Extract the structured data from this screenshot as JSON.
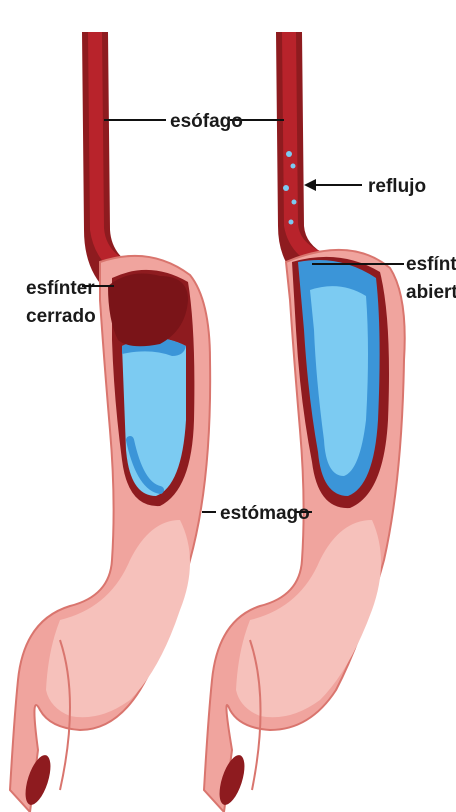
{
  "labels": {
    "esofago": "esófago",
    "reflujo": "reflujo",
    "esfinter_cerrado_1": "esfínter",
    "esfinter_cerrado_2": "cerrado",
    "esfinter_abierto_1": "esfínter",
    "esfinter_abierto_2": "abierto",
    "estomago": "estómago"
  },
  "colors": {
    "stomach_outer": "#f0a49e",
    "stomach_inner": "#f6c1bb",
    "stomach_edge": "#d9756e",
    "esophagus_outer": "#8e1b1f",
    "esophagus_inner": "#b8232b",
    "acid_light": "#7ccbf2",
    "acid_dark": "#3b95d8",
    "wall_dark": "#8e1b1f",
    "text": "#1a1a1a"
  },
  "icons": {
    "reflux_arrow": "arrow-left-icon"
  }
}
